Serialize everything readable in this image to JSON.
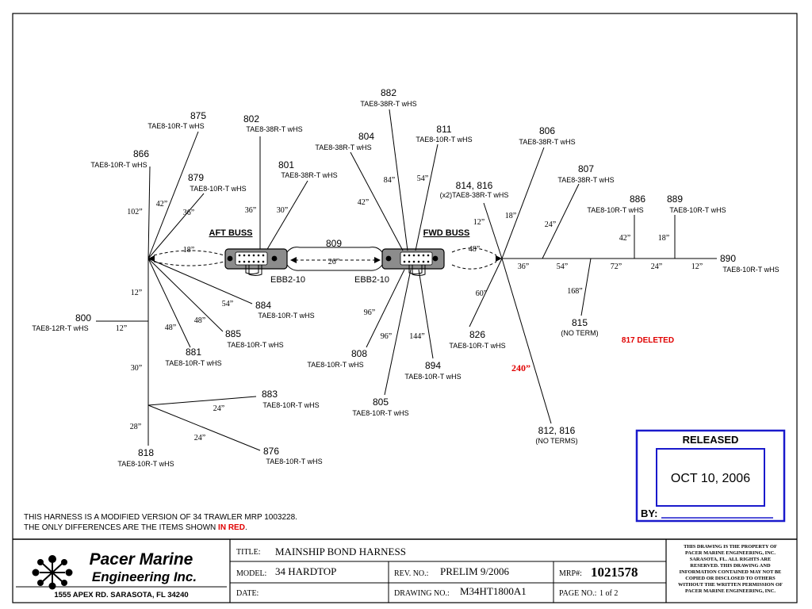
{
  "diagram": {
    "aft_buss": {
      "title": "AFT BUSS",
      "name": "EBB2-10"
    },
    "fwd_buss": {
      "title": "FWD BUSS",
      "name": "EBB2-10"
    },
    "link": {
      "id": "809",
      "len": "26”"
    },
    "wires": {
      "w875": {
        "id": "875",
        "term": "TAE8-10R-T wHS",
        "len": "42”"
      },
      "w866": {
        "id": "866",
        "term": "TAE8-10R-T wHS",
        "len": "102”"
      },
      "w879": {
        "id": "879",
        "term": "TAE8-10R-T wHS",
        "len": "36”"
      },
      "w802": {
        "id": "802",
        "term": "TAE8-38R-T wHS",
        "len": "36”"
      },
      "w801": {
        "id": "801",
        "term": "TAE8-38R-T wHS",
        "len": "30”"
      },
      "w800": {
        "id": "800",
        "term": "TAE8-12R-T wHS",
        "len": "12”"
      },
      "w884": {
        "id": "884",
        "term": "TAE8-10R-T wHS",
        "len": "54”"
      },
      "w885": {
        "id": "885",
        "term": "TAE8-10R-T wHS",
        "len": "48”"
      },
      "w881": {
        "id": "881",
        "term": "TAE8-10R-T wHS",
        "len": "48”"
      },
      "w883": {
        "id": "883",
        "term": "TAE8-10R-T wHS",
        "len": "24”"
      },
      "w876": {
        "id": "876",
        "term": "TAE8-10R-T wHS",
        "len": "24”"
      },
      "w818": {
        "id": "818",
        "term": "TAE8-10R-T wHS",
        "len": "28”"
      },
      "w882": {
        "id": "882",
        "term": "TAE8-38R-T wHS",
        "len": "84”"
      },
      "w804": {
        "id": "804",
        "term": "TAE8-38R-T wHS",
        "len": "42”"
      },
      "w811": {
        "id": "811",
        "term": "TAE8-10R-T wHS",
        "len": "54”"
      },
      "w814": {
        "id": "814, 816",
        "term": "(x2)TAE8-38R-T wHS",
        "len": "12”"
      },
      "w806": {
        "id": "806",
        "term": "TAE8-38R-T wHS",
        "len": "18”"
      },
      "w807": {
        "id": "807",
        "term": "TAE8-38R-T wHS",
        "len": "24”"
      },
      "w886": {
        "id": "886",
        "term": "TAE8-10R-T wHS",
        "len": "42”"
      },
      "w889": {
        "id": "889",
        "term": "TAE8-10R-T wHS",
        "len": "18”"
      },
      "w890": {
        "id": "890",
        "term": "TAE8-10R-T wHS",
        "len": "12”"
      },
      "w815": {
        "id": "815",
        "term": "(NO TERM)",
        "len": "168”"
      },
      "w826": {
        "id": "826",
        "term": "TAE8-10R-T wHS",
        "len": "60”"
      },
      "w808": {
        "id": "808",
        "term": "TAE8-10R-T wHS",
        "len": "96”"
      },
      "w805": {
        "id": "805",
        "term": "TAE8-10R-T wHS",
        "len": "96”"
      },
      "w894": {
        "id": "894",
        "term": "TAE8-10R-T wHS",
        "len": "144”"
      },
      "w812": {
        "id": "812, 816",
        "term": "(NO TERMS)",
        "len": "240”"
      }
    },
    "trunk_lengths": {
      "aft_branch_to_buss": "18”",
      "fwd_buss_to_branch": "48”",
      "aft_12": "12”",
      "aft_30": "30”",
      "main_36": "36”",
      "main_54": "54”",
      "main_72": "72”",
      "main_24": "24”"
    },
    "deleted_note": "817 DELETED",
    "modified_note_line1": "THIS HARNESS IS A MODIFIED VERSION OF 34 TRAWLER MRP 1003228.",
    "modified_note_line2_pre": "THE ONLY DIFFERENCES ARE THE ITEMS SHOWN ",
    "modified_note_line2_red": "IN RED",
    "modified_note_line2_post": "."
  },
  "stamp": {
    "title": "RELEASED",
    "date": "OCT 10, 2006",
    "by_label": "BY:"
  },
  "title_block": {
    "company_line1": "Pacer Marine",
    "company_line2": "Engineering Inc.",
    "address": "1555 APEX RD.  SARASOTA, FL  34240",
    "title_label": "TITLE:",
    "title_value": "MAINSHIP BOND HARNESS",
    "model_label": "MODEL:",
    "model_value": "34 HARDTOP",
    "rev_label": "REV. NO.:",
    "rev_value": "PRELIM 9/2006",
    "mrp_label": "MRP#:",
    "mrp_value": "1021578",
    "date_label": "DATE:",
    "date_value": "",
    "drawing_label": "DRAWING NO.:",
    "drawing_value": "M34HT1800A1",
    "page_label": "PAGE NO.:",
    "page_value": "1 of 2",
    "rights": [
      "THIS DRAWING IS THE PROPERTY OF",
      "PACER MARINE ENGINEERING, INC.",
      "SARASOTA, FL. ALL RIGHTS ARE",
      "RESERVED. THIS DRAWING AND",
      "INFORMATION CONTAINED MAY NOT BE",
      "COPIED OR DISCLOSED TO OTHERS",
      "WITHOUT THE WRITTEN PERMISSION OF",
      "PACER MARINE ENGINEERING, INC."
    ]
  },
  "colors": {
    "stamp_blue": "#1a1acc",
    "note_red": "#e00000"
  }
}
